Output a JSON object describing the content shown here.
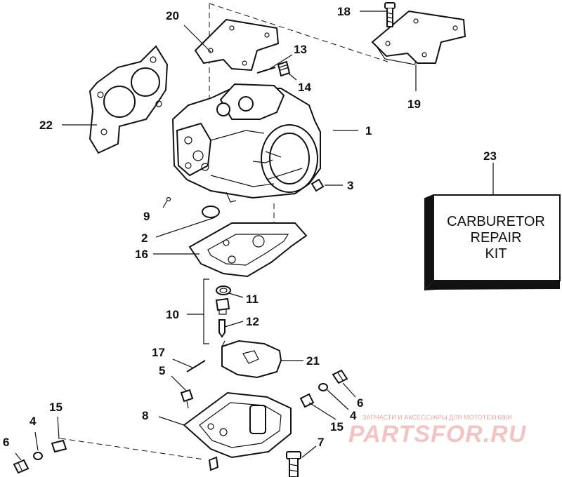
{
  "callouts": [
    {
      "id": "1",
      "text": "1"
    },
    {
      "id": "2",
      "text": "2"
    },
    {
      "id": "3",
      "text": "3"
    },
    {
      "id": "4a",
      "text": "4"
    },
    {
      "id": "4b",
      "text": "4"
    },
    {
      "id": "5",
      "text": "5"
    },
    {
      "id": "6a",
      "text": "6"
    },
    {
      "id": "6b",
      "text": "6"
    },
    {
      "id": "7",
      "text": "7"
    },
    {
      "id": "8",
      "text": "8"
    },
    {
      "id": "9",
      "text": "9"
    },
    {
      "id": "10",
      "text": "10"
    },
    {
      "id": "11",
      "text": "11"
    },
    {
      "id": "12",
      "text": "12"
    },
    {
      "id": "13",
      "text": "13"
    },
    {
      "id": "14",
      "text": "14"
    },
    {
      "id": "15a",
      "text": "15"
    },
    {
      "id": "15b",
      "text": "15"
    },
    {
      "id": "16",
      "text": "16"
    },
    {
      "id": "17",
      "text": "17"
    },
    {
      "id": "18",
      "text": "18"
    },
    {
      "id": "19",
      "text": "19"
    },
    {
      "id": "20",
      "text": "20"
    },
    {
      "id": "21",
      "text": "21"
    },
    {
      "id": "22",
      "text": "22"
    },
    {
      "id": "23",
      "text": "23"
    }
  ],
  "kit": {
    "line1": "CARBURETOR",
    "line2": "REPAIR",
    "line3": "KIT"
  },
  "watermark": {
    "tagline": "ЗАПЧАСТИ И АКСЕССУАРЫ ДЛЯ МОТОТЕХНИКИ",
    "brand": "PARTSFOR.RU"
  }
}
